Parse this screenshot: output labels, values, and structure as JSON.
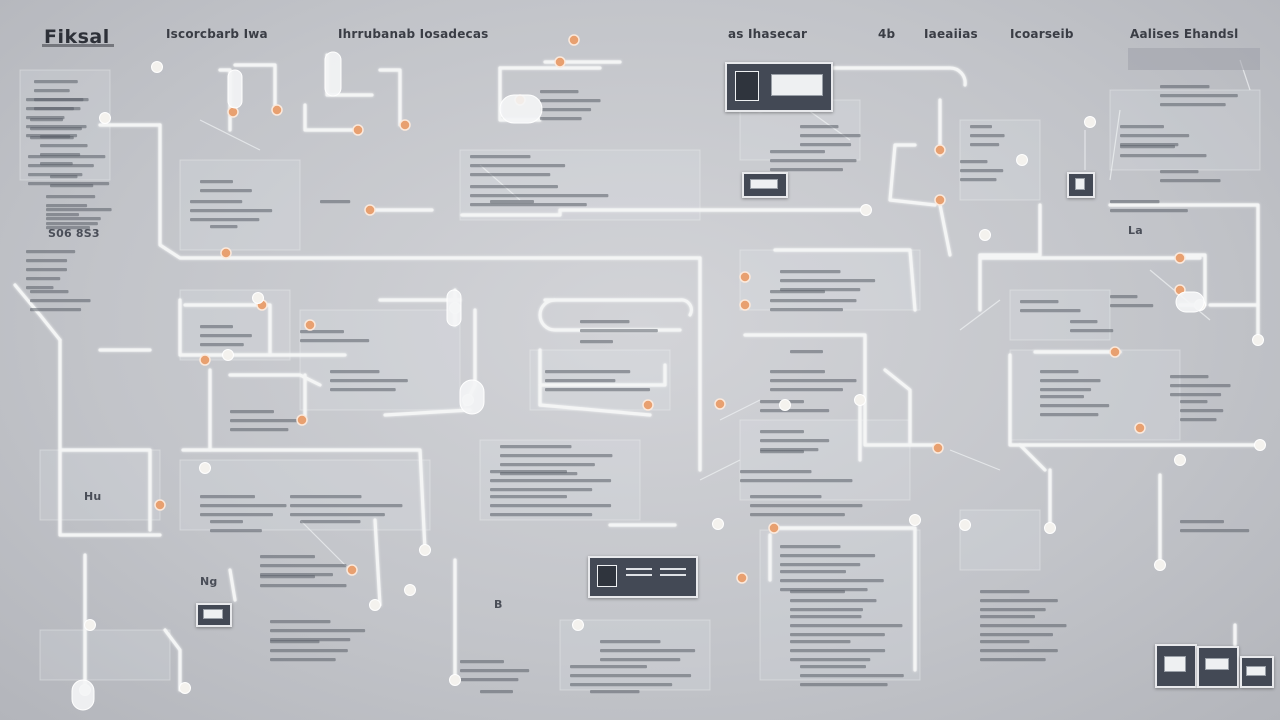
{
  "header": {
    "logo": "Fiksal",
    "items": [
      {
        "id": "hdr-1",
        "label": "Iscorcbarb  Iwa"
      },
      {
        "id": "hdr-2",
        "label": "Ihrrubanab Iosadecas"
      },
      {
        "id": "hdr-3",
        "label": "as Ihasecar"
      },
      {
        "id": "hdr-4",
        "label": "4b"
      },
      {
        "id": "hdr-5",
        "label": "Iaeaiias"
      },
      {
        "id": "hdr-6",
        "label": "Icoarseib"
      },
      {
        "id": "hdr-7",
        "label": "Aalises Ehandsl"
      }
    ]
  },
  "colors": {
    "background": "#c6c8cd",
    "pipe": "#f4f5f6",
    "node_warm": "#e8a070",
    "node_cool": "#f4f2ee",
    "panel": "#434955",
    "text": "#5a5e68"
  },
  "side_labels": [
    {
      "id": "lbl-sa",
      "text": "S06  8S3"
    },
    {
      "id": "lbl-ng",
      "text": "Ng"
    },
    {
      "id": "lbl-hu",
      "text": "Hu"
    },
    {
      "id": "lbl-bo",
      "text": "B"
    },
    {
      "id": "lbl-la",
      "text": "La"
    }
  ]
}
